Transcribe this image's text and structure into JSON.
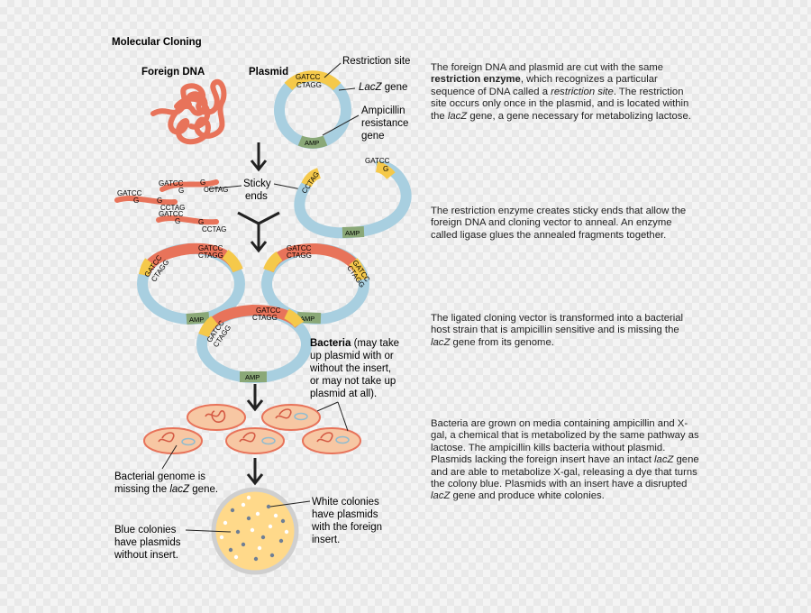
{
  "title": "Molecular Cloning",
  "labels": {
    "foreign_dna": "Foreign DNA",
    "plasmid": "Plasmid",
    "restriction_site": "Restriction site",
    "lacz_italic": "LacZ",
    "lacz_suffix": " gene",
    "amp_resistance_1": "Ampicillin",
    "amp_resistance_2": "resistance",
    "amp_resistance_3": "gene",
    "sticky_1": "Sticky",
    "sticky_2": "ends",
    "amp": "AMP",
    "seq_top": "GATCC",
    "seq_bottom": "CTAGG",
    "seq_g": "G",
    "seq_gatcc": "GATCC",
    "seq_g_short": "G",
    "seq_cctag": "CCTAG",
    "bacteria_bold": "Bacteria",
    "bacteria_rest_1": " (may take",
    "bacteria_rest_2": "up plasmid with or",
    "bacteria_rest_3": "without the insert,",
    "bacteria_rest_4": "or may not take up",
    "bacteria_rest_5": "plasmid at all).",
    "genome_1": "Bacterial genome is",
    "genome_2a": "missing the ",
    "genome_2b": "lacZ",
    "genome_2c": " gene.",
    "blue_1": "Blue colonies",
    "blue_2": "have plasmids",
    "blue_3": "without insert.",
    "white_1": "White colonies",
    "white_2": "have plasmids",
    "white_3": "with the foreign",
    "white_4": "insert."
  },
  "descriptions": {
    "d1_a": "The foreign DNA and plasmid are cut with the same ",
    "d1_b": "restriction enzyme",
    "d1_c": ", which recognizes a particular sequence of DNA called a ",
    "d1_d": "restriction site",
    "d1_e": ". The restriction site occurs only once in the plasmid, and is located within the ",
    "d1_f": "lacZ",
    "d1_g": " gene, a gene necessary for metabolizing lactose.",
    "d2": "The restriction enzyme creates sticky ends that allow the foreign DNA and cloning vector to anneal. An enzyme called ligase glues the annealed fragments together.",
    "d3_a": "The ligated cloning vector is transformed into a bacterial host strain that is ampicillin sensitive and is missing the ",
    "d3_b": "lacZ",
    "d3_c": " gene from its genome.",
    "d4_a": "Bacteria are grown on media containing ampicillin and X-gal, a chemical that is metabolized by the same pathway as lactose. The ampicillin kills bacteria without plasmid. Plasmids lacking the foreign insert have an intact ",
    "d4_b": "lacZ",
    "d4_c": " gene and are able to metabolize X-gal, releasing a dye that turns the colony blue. Plasmids with an insert have a disrupted ",
    "d4_d": "lacZ",
    "d4_e": " gene and produce white colonies."
  },
  "colors": {
    "plasmid_blue": "#a8cfe0",
    "restriction_yellow": "#f5c94a",
    "amp_green": "#8aa877",
    "dna_red": "#e8735a",
    "bacteria_fill": "#f7c7a3",
    "bacteria_stroke": "#e8735a",
    "dish_fill": "#ffd98a",
    "blue_colony": "#6f7f95"
  }
}
